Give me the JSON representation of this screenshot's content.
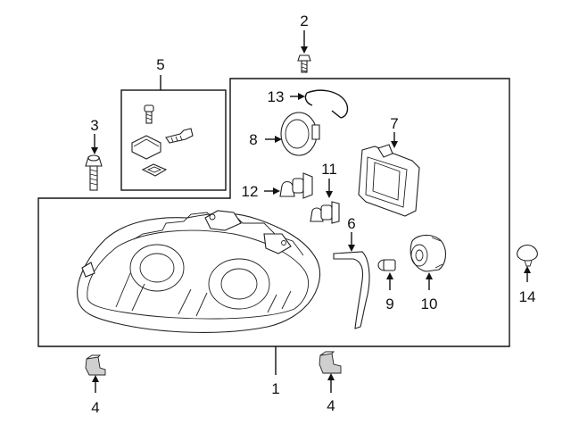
{
  "diagram": {
    "callouts": [
      {
        "id": "c1",
        "label": "1"
      },
      {
        "id": "c2",
        "label": "2"
      },
      {
        "id": "c3",
        "label": "3"
      },
      {
        "id": "c4a",
        "label": "4"
      },
      {
        "id": "c4b",
        "label": "4"
      },
      {
        "id": "c5",
        "label": "5"
      },
      {
        "id": "c6",
        "label": "6"
      },
      {
        "id": "c7",
        "label": "7"
      },
      {
        "id": "c8",
        "label": "8"
      },
      {
        "id": "c9",
        "label": "9"
      },
      {
        "id": "c10",
        "label": "10"
      },
      {
        "id": "c11",
        "label": "11"
      },
      {
        "id": "c12",
        "label": "12"
      },
      {
        "id": "c13",
        "label": "13"
      },
      {
        "id": "c14",
        "label": "14"
      }
    ]
  }
}
